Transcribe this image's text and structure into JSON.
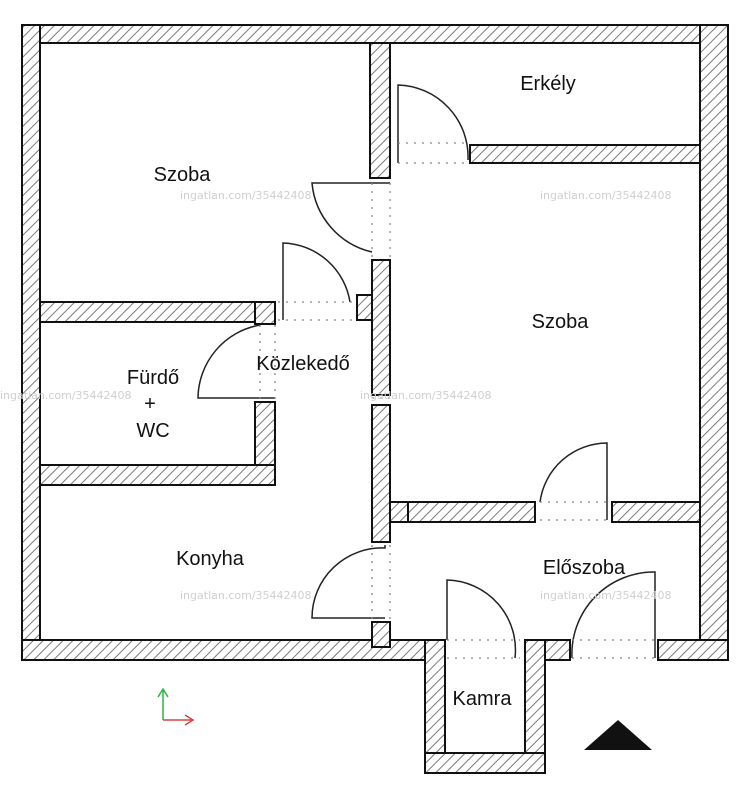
{
  "rooms": {
    "szoba_nw": "Szoba",
    "erkely": "Erkély",
    "szoba_east": "Szoba",
    "furdo_line1": "Fürdő",
    "furdo_line2": "+",
    "furdo_line3": "WC",
    "kozlekedo": "Közlekedő",
    "konyha": "Konyha",
    "eloszoba": "Előszoba",
    "kamra": "Kamra"
  },
  "watermark_text": "ingatlan.com/35442408",
  "colors": {
    "wall_outline": "#111111",
    "wall_hatch": "#7a7a7a",
    "door_arc": "#222222",
    "dotted_threshold": "#888888",
    "axis_y": "#2db34a",
    "axis_x": "#e04040",
    "north_marker": "#111111",
    "watermark": "#cfcfcf"
  }
}
